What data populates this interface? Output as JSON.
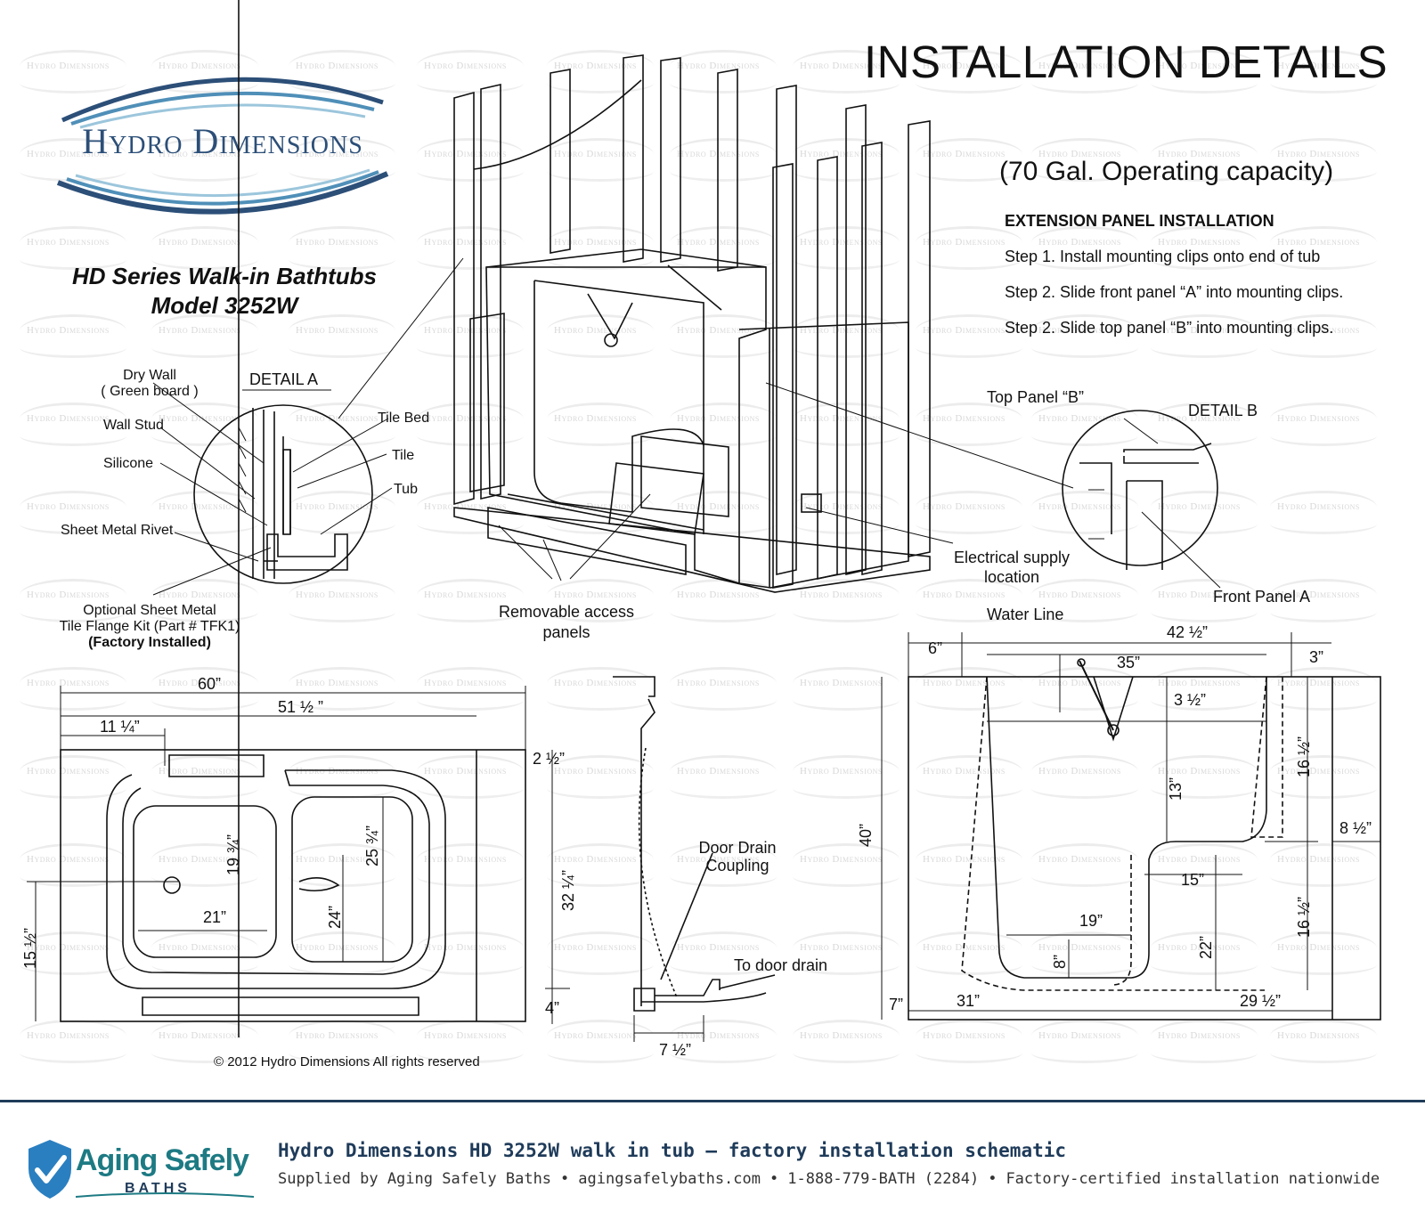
{
  "header": {
    "title": "INSTALLATION DETAILS",
    "capacity": "(70 Gal. Operating capacity)",
    "extension_heading": "EXTENSION PANEL INSTALLATION",
    "steps": [
      "Step 1. Install mounting clips onto end of tub",
      "Step 2. Slide front panel “A” into mounting clips.",
      "Step 2. Slide top panel “B” into mounting clips."
    ]
  },
  "brand": {
    "logo_text": "Hydro Dimensions",
    "watermark": "Hydro Dimensions",
    "series_line1": "HD Series Walk-in Bathtubs",
    "series_line2": "Model 3252W",
    "copyright": "© 2012 Hydro Dimensions All rights reserved",
    "accent_color": "#2c4f78",
    "wave_color": "#4f8fb8"
  },
  "detail_a": {
    "title": "DETAIL  A",
    "labels": {
      "dry_wall_1": "Dry Wall",
      "dry_wall_2": "( Green board )",
      "wall_stud": "Wall Stud",
      "silicone": "Silicone",
      "rivet": "Sheet Metal Rivet",
      "tile_bed": "Tile Bed",
      "tile": "Tile",
      "tub": "Tub",
      "flange_1": "Optional Sheet Metal",
      "flange_2": "Tile Flange Kit (Part # TFK1)",
      "flange_3": "(Factory Installed)"
    }
  },
  "detail_b": {
    "title": "DETAIL  B",
    "top_panel": "Top Panel “B”",
    "front_panel": "Front Panel A",
    "electrical_1": "Electrical supply",
    "electrical_2": "location"
  },
  "iso": {
    "access_1": "Removable access",
    "access_2": "panels"
  },
  "top_view": {
    "dims": [
      "60”",
      "51 ½ ”",
      "11 ¼”",
      "2 ½”",
      "32 ¼”",
      "4”",
      "15 ½”",
      "19 ¾”",
      "21”",
      "25 ¾”",
      "24”"
    ]
  },
  "drain": {
    "coupling_1": "Door Drain",
    "coupling_2": "Coupling",
    "to_drain": "To  door drain",
    "dim": "7 ½”"
  },
  "side_view": {
    "water_line": "Water Line",
    "dims": [
      "6”",
      "42 ½”",
      "3”",
      "35”",
      "3 ½”",
      "16 ½”",
      "13”",
      "40”",
      "8 ½”",
      "15”",
      "19”",
      "16 ½”",
      "22”",
      "8”",
      "7”",
      "31”",
      "29 ½”"
    ]
  },
  "footer": {
    "brand_name": "Aging Safely",
    "brand_sub": "BATHS",
    "title": "Hydro Dimensions HD 3252W walk in tub — factory installation schematic",
    "supplier": "Supplied by Aging Safely Baths",
    "website": "agingsafelybaths.com",
    "phone": "1-888-779-BATH (2284)",
    "note": "Factory-certified installation nationwide",
    "accent_color": "#1f3b5a",
    "brand_color": "#1d7a83",
    "shield_color": "#2a7fc0"
  }
}
